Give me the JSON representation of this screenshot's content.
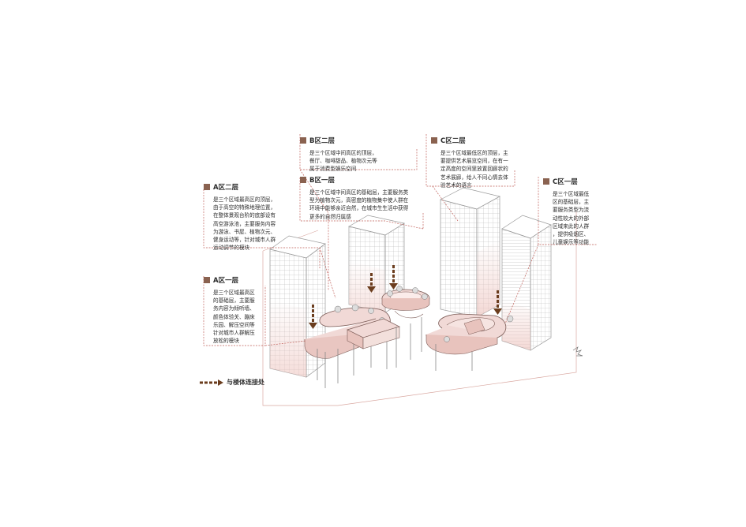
{
  "colors": {
    "accent": "#b8463a",
    "square": "#8a6250",
    "building_line": "#9a9a9a",
    "pink_fill": "#f1d9d6",
    "text": "#2b2b2b"
  },
  "annotations": [
    {
      "id": "b2",
      "title": "B区二层",
      "lines": "是三个区域中间高区的顶层，\n餐厅、咖啡甜品、植物次元等\n属于消费型娱乐空间"
    },
    {
      "id": "c2",
      "title": "C区二层",
      "lines": "是三个区域最低区的顶层，主\n要提供艺术展览空间，在有一\n定高度的空间里放置回廊状的\n艺术展廊，给人不同心情去体\n验艺术的语言"
    },
    {
      "id": "b1",
      "title": "B区一层",
      "lines": "是三个区域中间高区的基础层，主要服务类\n型为植物次元，高密度的植物集中使人群在\n环境中能够亲近自然，在城市生生活中获得\n更多的自然归属感"
    },
    {
      "id": "a2",
      "title": "A区二层",
      "lines": "是三个区域最高区的顶层，\n由于高空的特殊地理位置，\n在整体景观台阶的底部设有\n高空游泳池，主要服务内容\n为游泳、书屋、植物次元、\n健身运动等，针对城市人群\n运动调节的模块"
    },
    {
      "id": "c1",
      "title": "C区一层",
      "lines": "是三个区域最低\n区的基础层，主\n要服务类型为流\n动性较大的外部\n区域来此的人群\n，提供吸烟区、\n儿童娱乐等功能"
    },
    {
      "id": "a1",
      "title": "A区一层",
      "lines": "是三个区域最高区\n的基础层，主要服\n务内容为倾听墙、\n颜色体验关、蹦床\n乐园、解压空间等\n针对城市人群解压\n放松的模块"
    }
  ],
  "legend": {
    "label": "与楼体连接处"
  }
}
